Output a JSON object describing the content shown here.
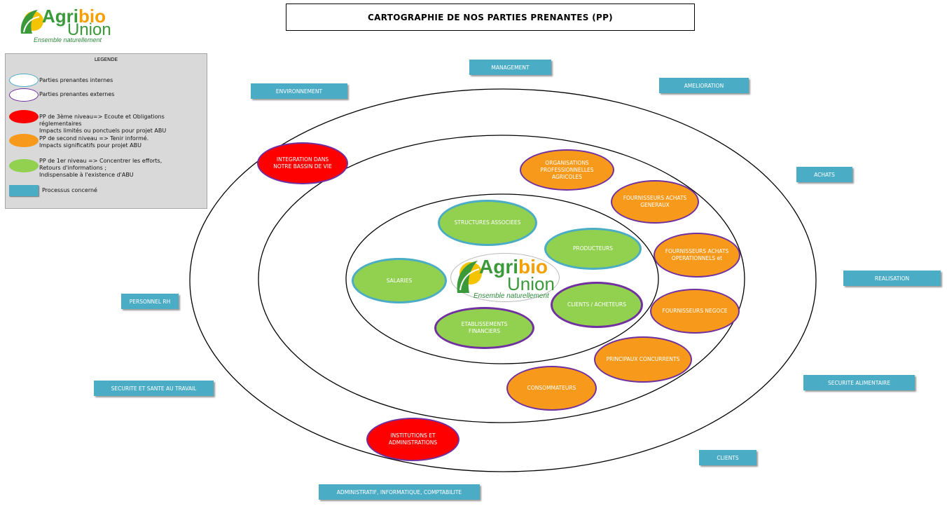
{
  "logo": {
    "agri": "Agri",
    "bio": "bio",
    "union": "Union",
    "tagline": "Ensemble naturellement"
  },
  "title": "CARTOGRAPHIE DE NOS PARTIES PRENANTES (PP)",
  "legend": {
    "title": "LEGENDE",
    "items": [
      {
        "label": "Parties prenantes internes"
      },
      {
        "label": "Parties prenantes externes"
      },
      {
        "label": "PP de 3ème niveau=> Ecoute et Obligations réglementaires\nImpacts limités ou ponctuels pour projet ABU"
      },
      {
        "label": "PP de second niveau => Tenir informé.\nImpacts significatifs pour projet ABU"
      },
      {
        "label": "PP de 1er niveau => Concentrer les efforts,\nRetours d'informations ;\nIndispensable à l'existence d'ABU"
      },
      {
        "label": "Processus concerné"
      }
    ]
  },
  "colors": {
    "process": "#4bacc6",
    "level1": "#92d050",
    "level2": "#f79a1c",
    "level3": "#ff0000",
    "internal_border": "#4bacc6",
    "external_border": "#7030a0"
  },
  "processes": {
    "management": "MANAGEMENT",
    "environnement": "ENVIRONNEMENT",
    "amelioration": "AMELIORATION",
    "achats": "ACHATS",
    "realisation": "REALISATION",
    "personnel": "PERSONNEL RH",
    "securite_travail": "SECURITE ET SANTE AU TRAVAIL",
    "securite_alimentaire": "SECURITE ALIMENTAIRE",
    "clients": "CLIENTS",
    "administratif": "ADMINISTRATIF, INFORMATIQUE, COMPTABILITE"
  },
  "stakeholders": {
    "integration": "INTEGRATION DANS NOTRE BASSIN DE VIE",
    "institutions": "INSTITUTIONS ET ADMINISTRATIONS",
    "organisations": "ORGANISATIONS PROFESSIONNELLES AGRICOLES",
    "fournisseurs_generaux": "FOURNISSEURS ACHATS GENERAUX",
    "fournisseurs_operationnels": "FOURNISSEURS ACHATS OPERATIONNELS et",
    "fournisseurs_negoce": "FOURNISSEURS NEGOCE",
    "concurrents": "PRINCIPAUX CONCURRENTS",
    "consommateurs": "CONSOMMATEURS",
    "structures": "STRUCTURES ASSOCIEES",
    "producteurs": "PRODUCTEURS",
    "salaries": "SALARIES",
    "clients_acheteurs": "CLIENTS / ACHETEURS",
    "etablissements": "ETABLISSEMENTS FINANCIERS"
  }
}
